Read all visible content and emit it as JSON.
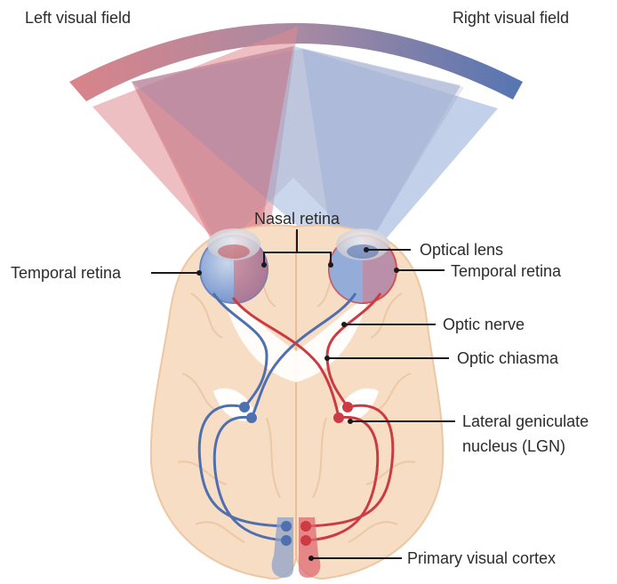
{
  "fields": {
    "left": "Left visual field",
    "right": "Right visual field"
  },
  "labels": {
    "nasal_retina": "Nasal retina",
    "temporal_retina_left": "Temporal retina",
    "temporal_retina_right": "Temporal retina",
    "optical_lens": "Optical lens",
    "optic_nerve": "Optic nerve",
    "optic_chiasma": "Optic chiasma",
    "lgn_line1": "Lateral geniculate",
    "lgn_line2": "nucleus (LGN)",
    "primary_visual_cortex": "Primary visual cortex"
  },
  "colors": {
    "left_field": "#d9646b",
    "right_field": "#5a79b4",
    "brain": "#f6dcc2",
    "brain_line": "#e9bf98",
    "red_pathway": "#cc3b43",
    "blue_pathway": "#4e6fb0"
  }
}
